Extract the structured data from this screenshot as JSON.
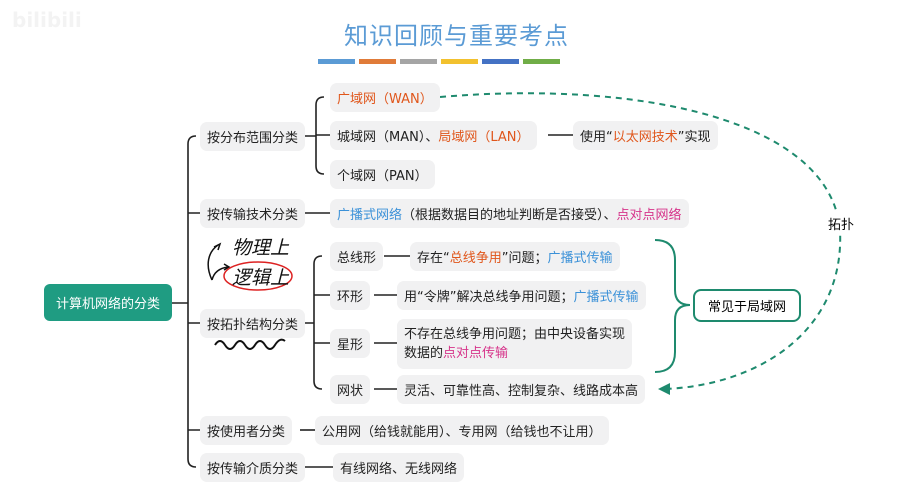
{
  "watermark": "bilibili",
  "title": "知识回顾与重要考点",
  "title_bar_colors": [
    "#5b9bd5",
    "#e07b39",
    "#a5a5a5",
    "#f2c12e",
    "#4472c4",
    "#70ad47"
  ],
  "root": "计算机网络的分类",
  "branches": {
    "distribution": {
      "label": "按分布范围分类",
      "wan": "广域网（WAN）",
      "man": "城域网（MAN）、",
      "lan": "局域网（LAN）",
      "pan": "个域网（PAN）",
      "eth_pre": "使用“",
      "eth_hl": "以太网技术",
      "eth_post": "”实现"
    },
    "transmission": {
      "label": "按传输技术分类",
      "broadcast": "广播式网络",
      "mid": "（根据数据目的地址判断是否接受）、",
      "p2p": "点对点网络"
    },
    "topology": {
      "label": "按拓扑结构分类",
      "bus": {
        "label": "总线形",
        "pre": "存在“",
        "hl": "总线争用",
        "mid": "”问题；",
        "bc": "广播式传输"
      },
      "ring": {
        "label": "环形",
        "pre": "用“令牌”解决总线争用问题；",
        "bc": "广播式传输"
      },
      "star": {
        "label": "星形",
        "line1": "不存在总线争用问题；由中央设备实现",
        "pre2": "数据的",
        "hl": "点对点传输"
      },
      "mesh": {
        "label": "网状",
        "desc": "灵活、可靠性高、控制复杂、线路成本高"
      },
      "common": "常见于局域网"
    },
    "user": {
      "label": "按使用者分类",
      "desc": "公用网（给钱就能用）、专用网（给钱也不让用）"
    },
    "medium": {
      "label": "按传输介质分类",
      "desc": "有线网络、无线网络"
    }
  },
  "annotations": {
    "topology_link": "拓扑",
    "physical": "物理上",
    "logical": "逻辑上"
  },
  "colors": {
    "root": "#1f9c82",
    "highlight_orange": "#e0561b",
    "highlight_blue": "#3b91d8",
    "highlight_pink": "#d6338a",
    "dashed": "#1e8a6e"
  }
}
